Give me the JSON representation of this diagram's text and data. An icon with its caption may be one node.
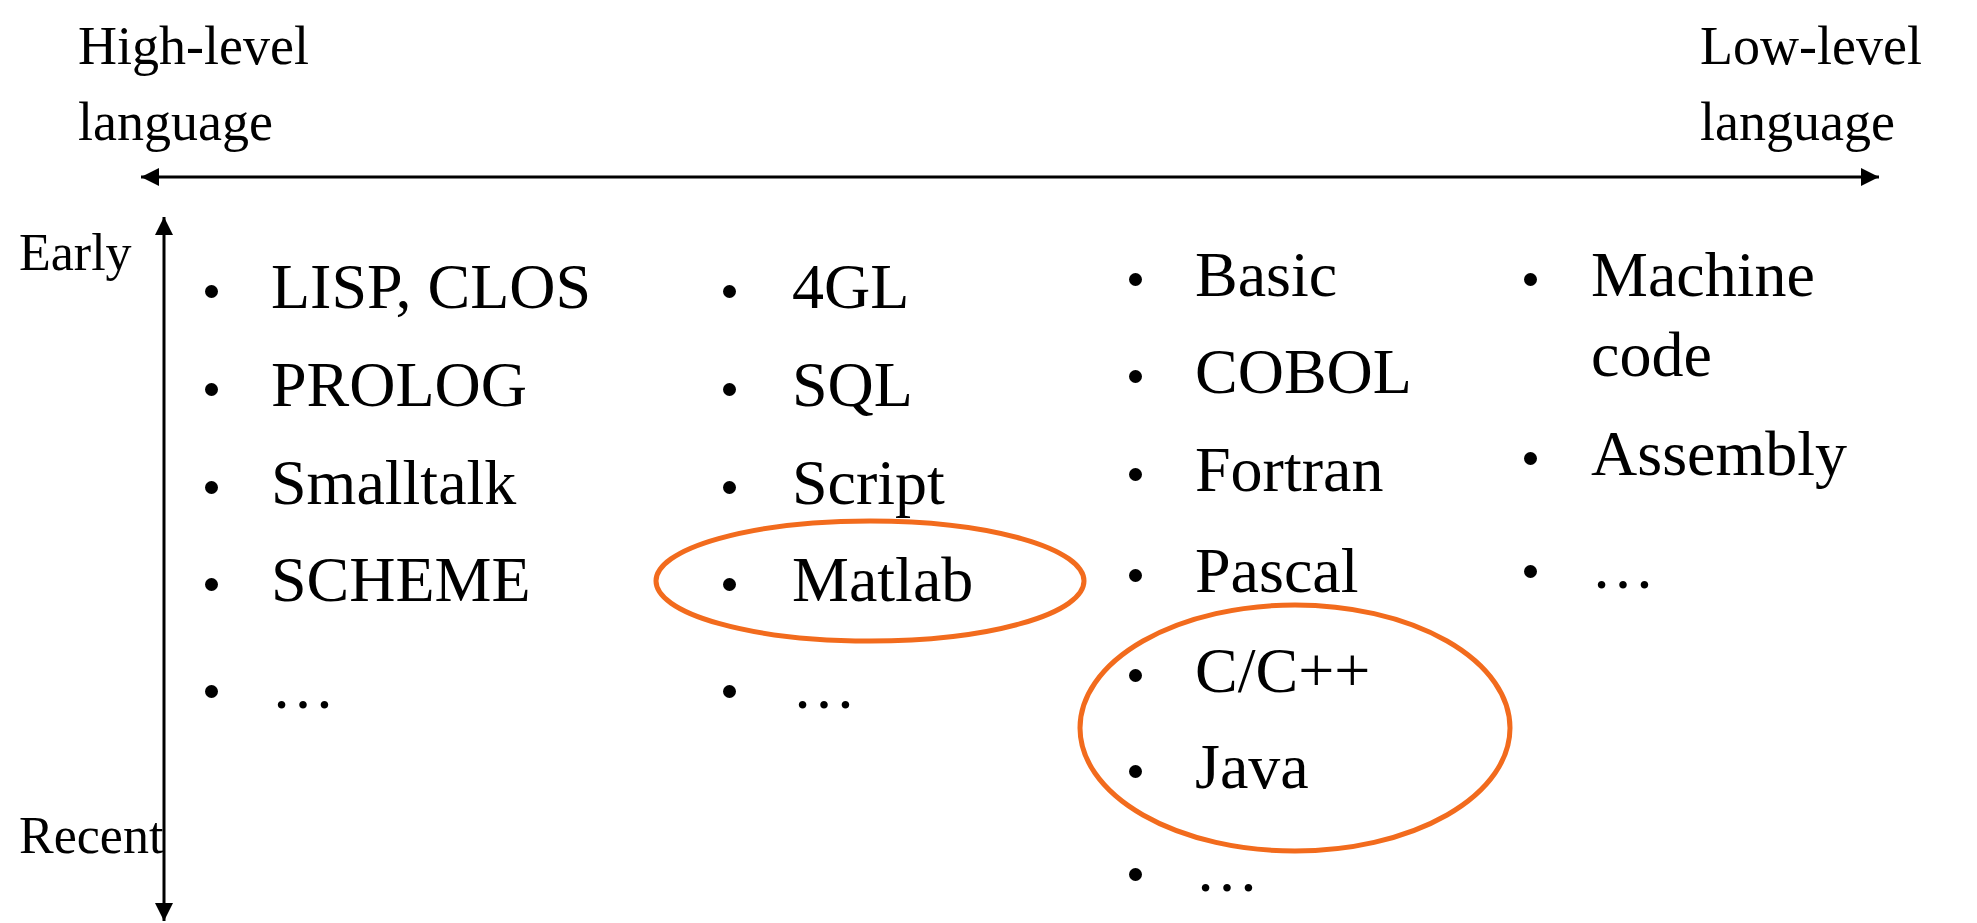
{
  "diagram": {
    "nodes": [
      {
        "text": [
          "Matlab"
        ]
      },
      {
        "text": [
          "C/C++",
          "Java"
        ]
      }
    ],
    "labels": [
      "High-level language",
      "Low-level language",
      "Early",
      "Recent",
      "LISP, CLOS",
      "PROLOG",
      "Smalltalk",
      "SCHEME",
      "…",
      "4GL",
      "SQL",
      "Script",
      "…",
      "Basic",
      "COBOL",
      "Fortran",
      "Pascal",
      "…",
      "Machine code",
      "Assembly",
      "…"
    ]
  }
}
